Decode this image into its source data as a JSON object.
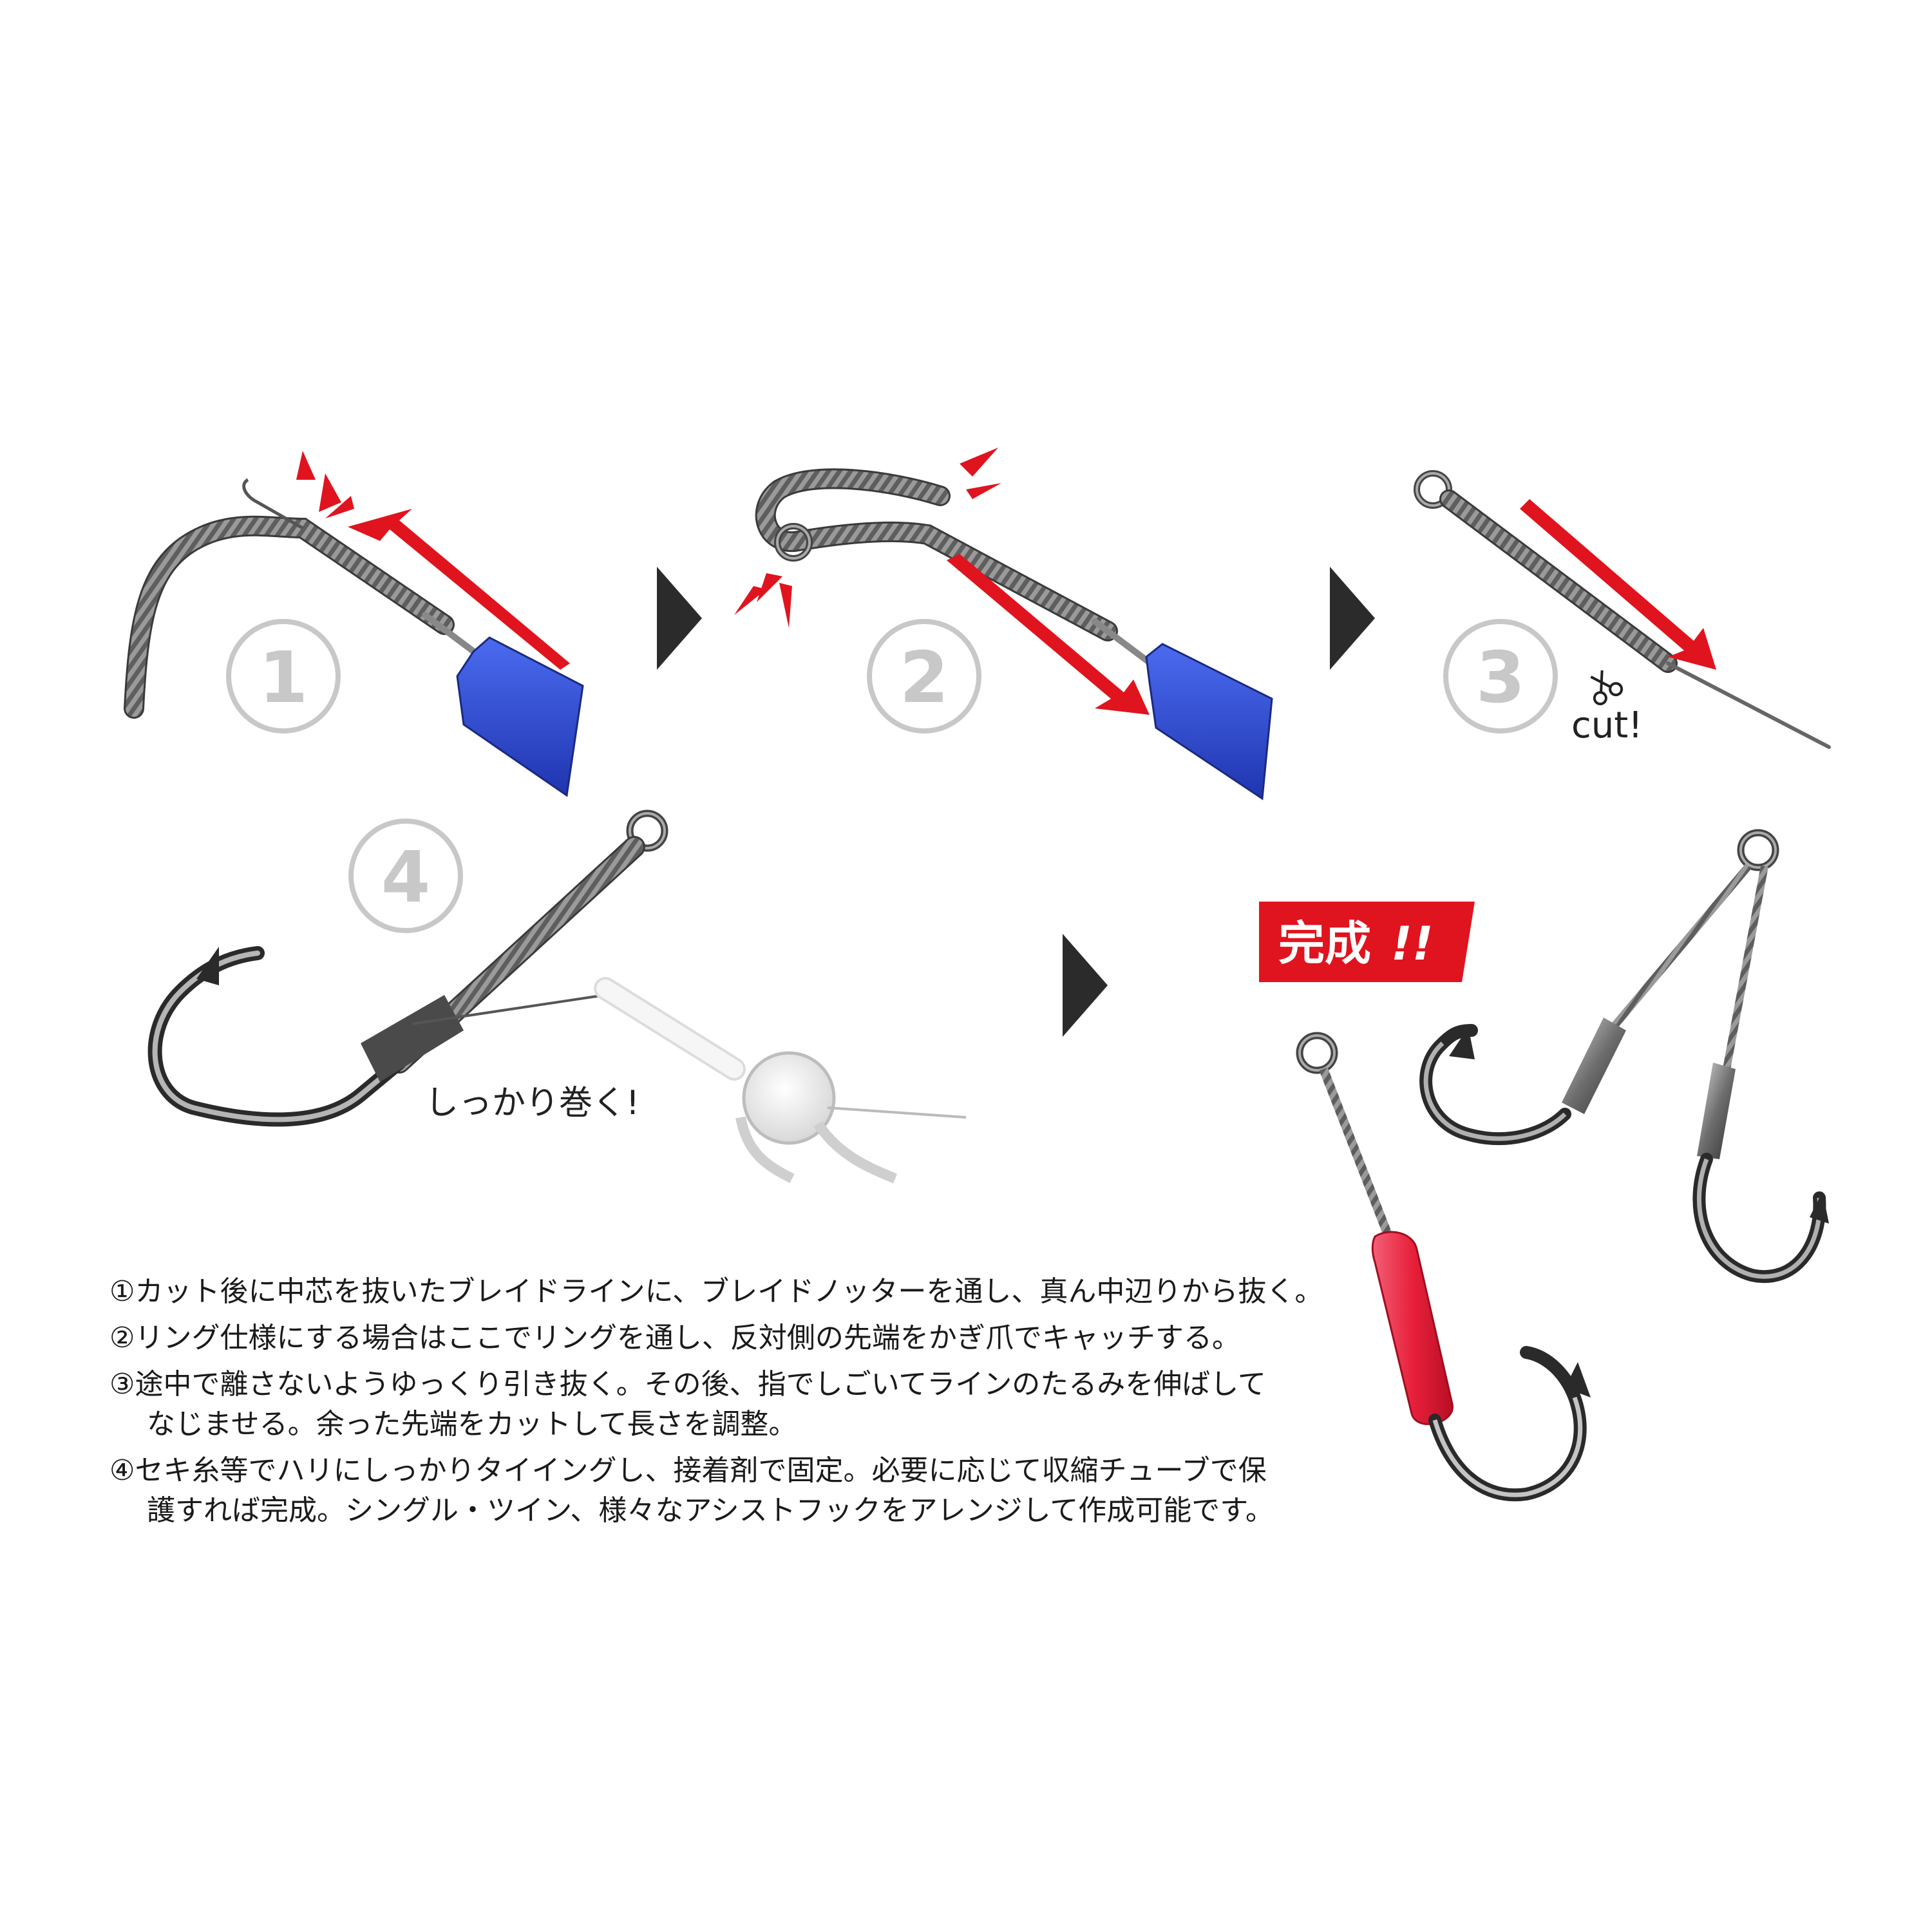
{
  "steps": [
    {
      "number": "1"
    },
    {
      "number": "2"
    },
    {
      "number": "3",
      "label": "cut!"
    },
    {
      "number": "4",
      "label": "しっかり巻く!"
    }
  ],
  "badge": {
    "text": "完成",
    "emphasis": "!!",
    "color": "#e0141e"
  },
  "instructions": [
    {
      "marker": "①",
      "lines": [
        "カット後に中芯を抜いたブレイドラインに、ブレイドノッターを通し、真ん中辺りから抜く。"
      ]
    },
    {
      "marker": "②",
      "lines": [
        "リング仕様にする場合はここでリングを通し、反対側の先端をかぎ爪でキャッチする。"
      ]
    },
    {
      "marker": "③",
      "lines": [
        "途中で離さないようゆっくり引き抜く。その後、指でしごいてラインのたるみを伸ばして",
        "なじませる。余った先端をカットして長さを調整。"
      ]
    },
    {
      "marker": "④",
      "lines": [
        "セキ糸等でハリにしっかりタイイングし、接着剤で固定。必要に応じて収縮チューブで保",
        "護すれば完成。シングル・ツイン、様々なアシストフックをアレンジして作成可能です。"
      ]
    }
  ],
  "colors": {
    "accent_red": "#e0141e",
    "tool_blue": "#2f4fd6",
    "braid_gray": "#8a8a8a",
    "arrow_dark": "#2b2b2b",
    "tube_red": "#e8203a"
  }
}
